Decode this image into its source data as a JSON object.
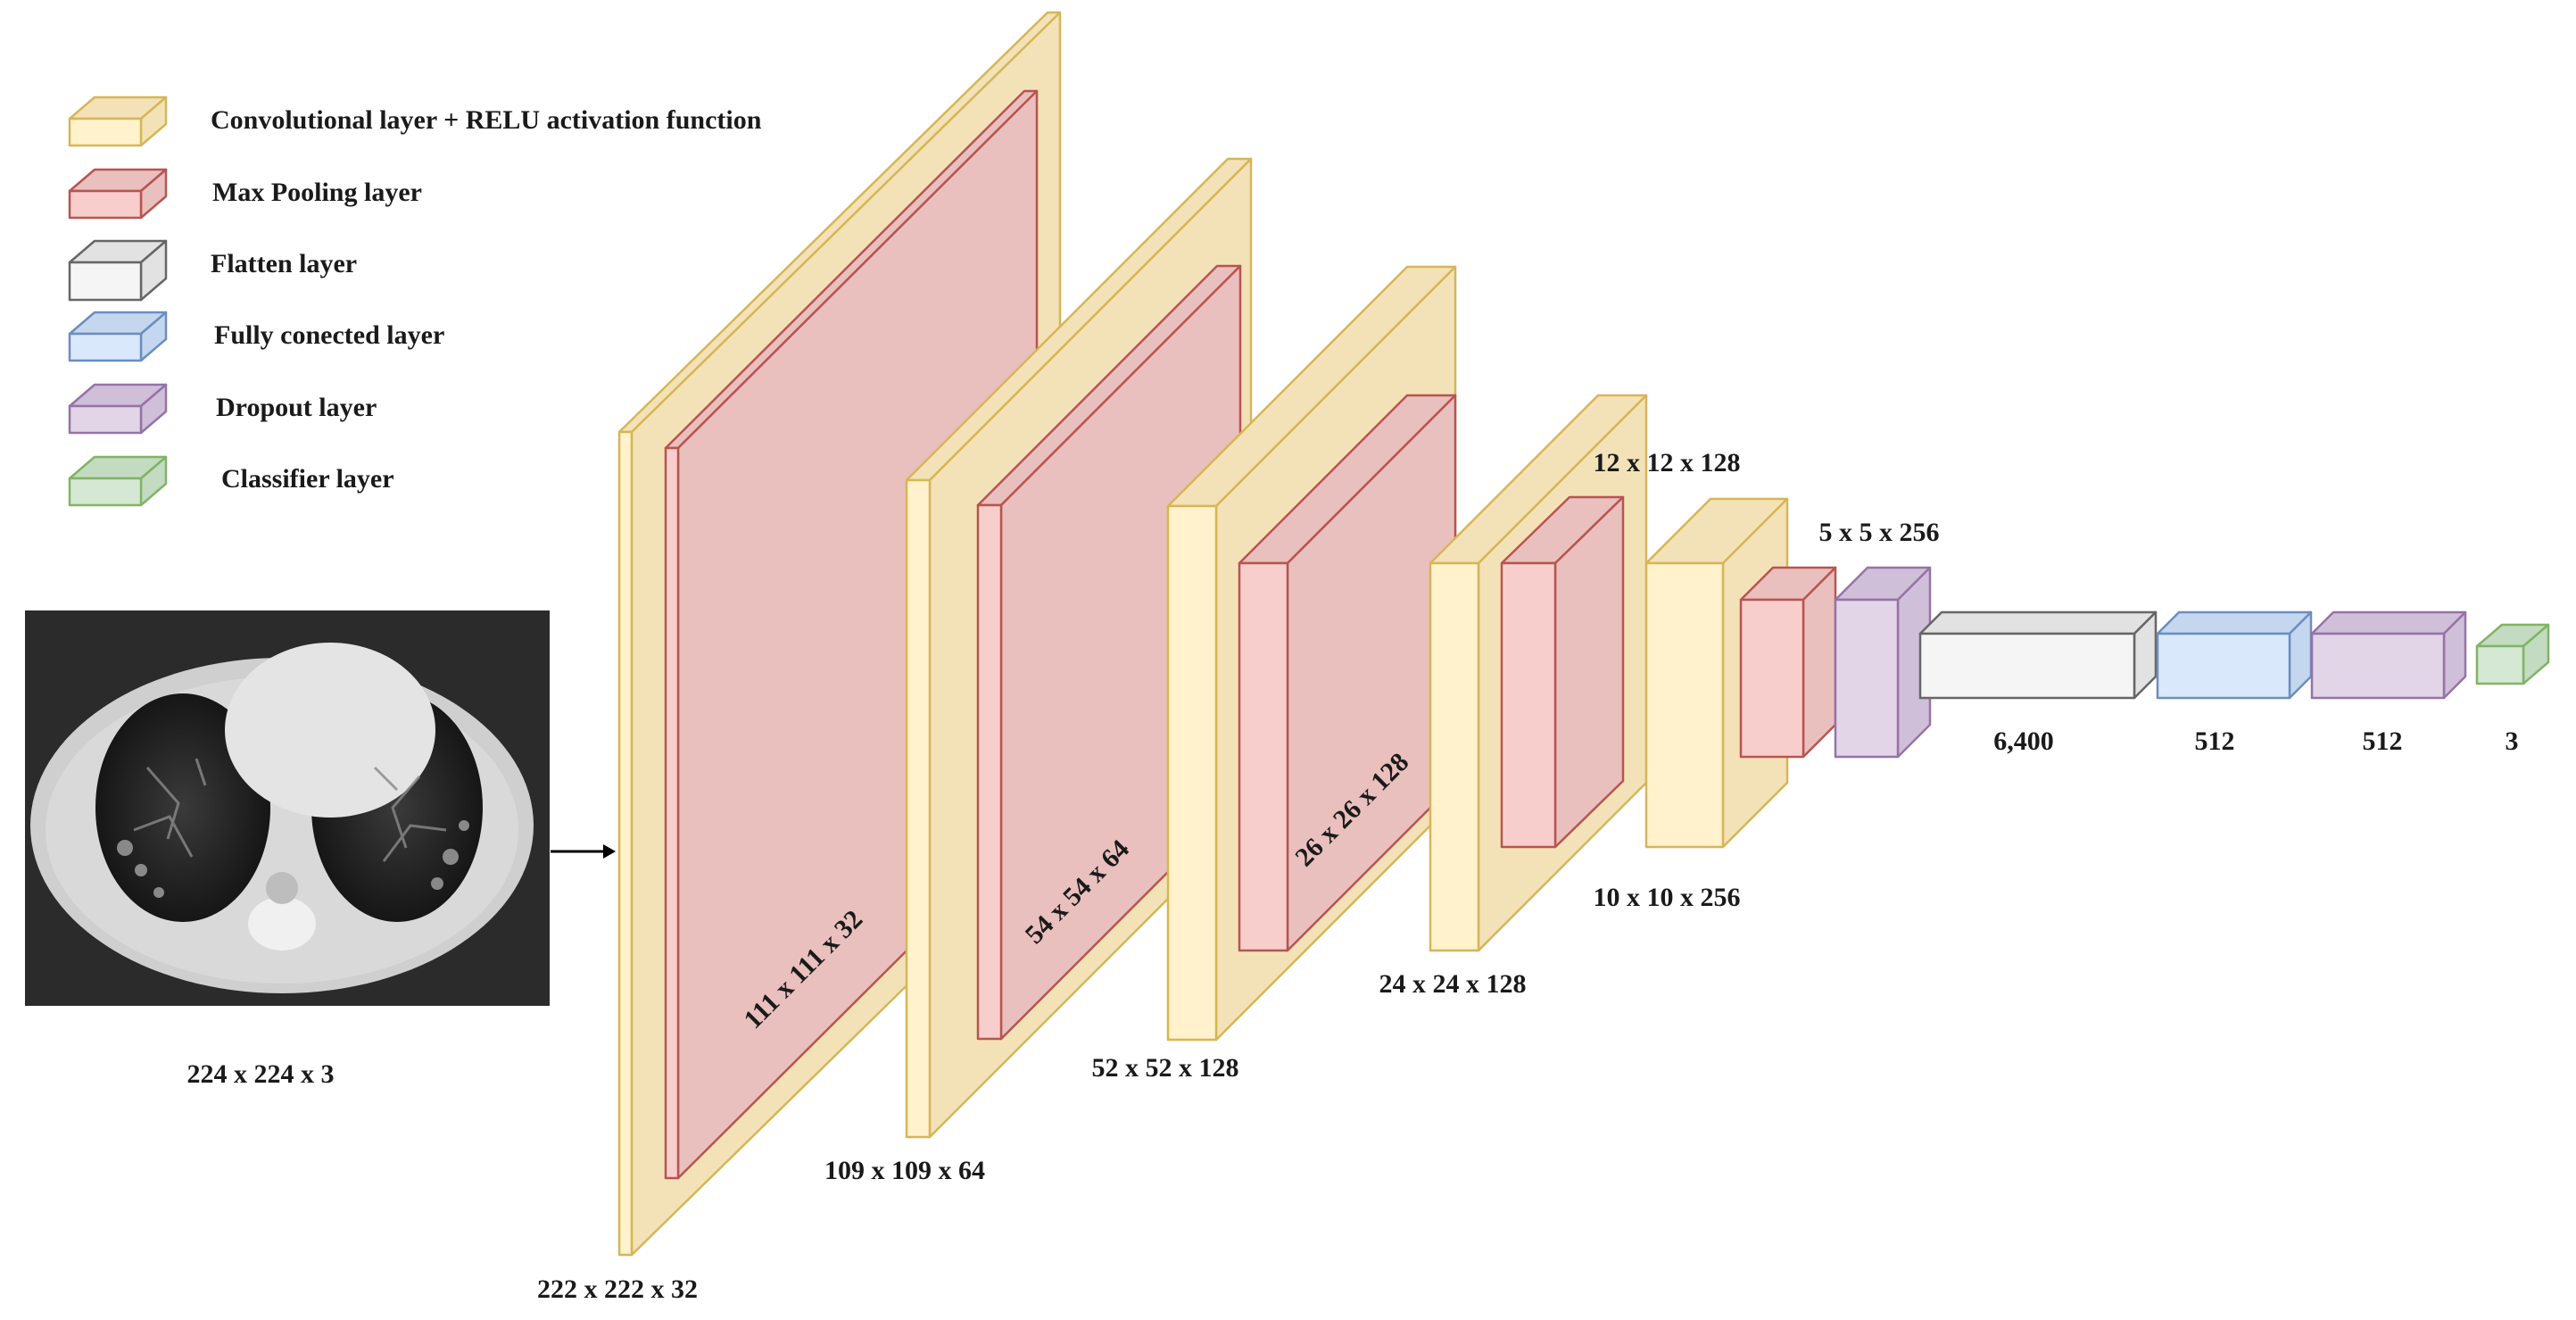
{
  "legend": [
    {
      "label": "Convolutional layer + RELU activation function",
      "style": "conv"
    },
    {
      "label": "Max Pooling layer",
      "style": "pool"
    },
    {
      "label": "Flatten layer",
      "style": "flat"
    },
    {
      "label": "Fully conected layer",
      "style": "fc"
    },
    {
      "label": "Dropout layer",
      "style": "drop"
    },
    {
      "label": "Classifier layer",
      "style": "cls"
    }
  ],
  "input_label": "224 x 224 x 3",
  "dimensions": {
    "conv1": "222 x 222 x 32",
    "pool1": "111 x 111 x 32",
    "conv2": "109 x 109 x 64",
    "pool2": "54 x 54 x 64",
    "conv3": "52 x 52 x 128",
    "pool3": "26 x 26 x 128",
    "conv4": "24 x 24 x 128",
    "pool4": "12 x 12 x 128",
    "conv5": "10 x 10 x 256",
    "pool5": "5 x 5 x 256",
    "flatten": "6,400",
    "dense": "512",
    "dropout": "512",
    "classifier": "3"
  },
  "colors": {
    "conv_front": "#fff2cc",
    "conv_side": "#f3e2b8",
    "conv_stroke": "#d6b656",
    "pool_front": "#f8cecc",
    "pool_side": "#e9c0bd",
    "pool_stroke": "#b85450",
    "flat_front": "#f5f5f5",
    "flat_side": "#e2e2e2",
    "flat_stroke": "#666666",
    "fc_front": "#dae8fc",
    "fc_side": "#c5d7ef",
    "fc_stroke": "#6c8ebf",
    "drop_front": "#e1d5e7",
    "drop_side": "#cfbfd8",
    "drop_stroke": "#9673a6",
    "cls_front": "#d5e8d4",
    "cls_side": "#c2dbc1",
    "cls_stroke": "#82b366"
  }
}
